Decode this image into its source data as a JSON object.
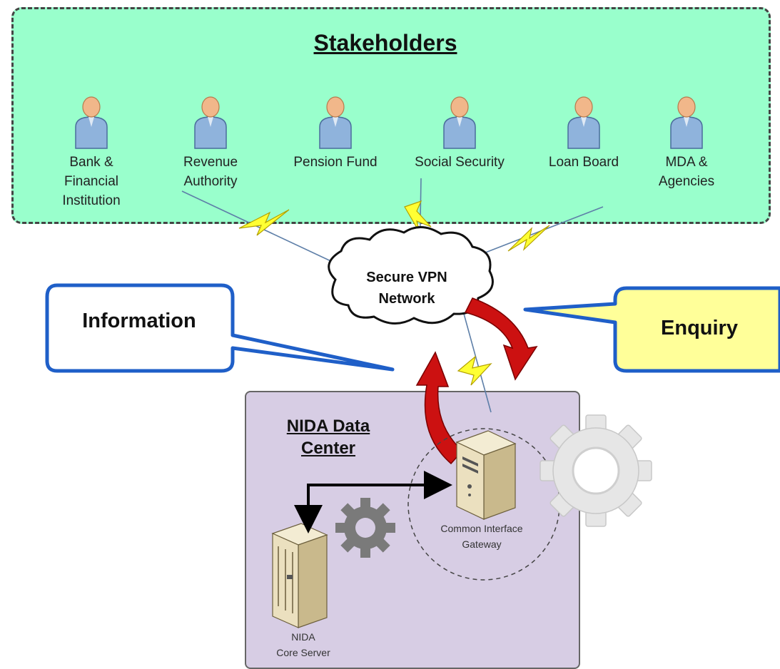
{
  "stakeholders": {
    "title": "Stakeholders",
    "items": [
      {
        "name": "Bank & Financial Institution",
        "lines": [
          "Bank &",
          "Financial",
          "Institution"
        ]
      },
      {
        "name": "Revenue Authority",
        "lines": [
          "Revenue",
          "Authority"
        ]
      },
      {
        "name": "Pension Fund",
        "lines": [
          "Pension Fund"
        ]
      },
      {
        "name": "Social Security",
        "lines": [
          "Social Security"
        ]
      },
      {
        "name": "Loan Board",
        "lines": [
          "Loan Board"
        ]
      },
      {
        "name": "MDA & Agencies",
        "lines": [
          "MDA &",
          "Agencies"
        ]
      }
    ]
  },
  "network": {
    "line1": "Secure VPN",
    "line2": "Network"
  },
  "callouts": {
    "information": "Information",
    "enquiry": "Enquiry"
  },
  "data_center": {
    "title_line1": "NIDA Data",
    "title_line2": "Center",
    "gateway_line1": "Common Interface",
    "gateway_line2": "Gateway",
    "core_line1": "NIDA",
    "core_line2": "Core Server"
  },
  "colors": {
    "stakeholders_bg": "#99ffcc",
    "callout_border": "#1f5fc8",
    "enquiry_bg": "#ffff99",
    "data_center_bg": "#d7cde4",
    "arrow_red": "#cc1111",
    "lightning": "#ffff33"
  },
  "icons": [
    "person-icon",
    "cloud-icon",
    "lightning-bolt-icon",
    "curved-arrow-icon",
    "server-icon",
    "gear-icon"
  ]
}
